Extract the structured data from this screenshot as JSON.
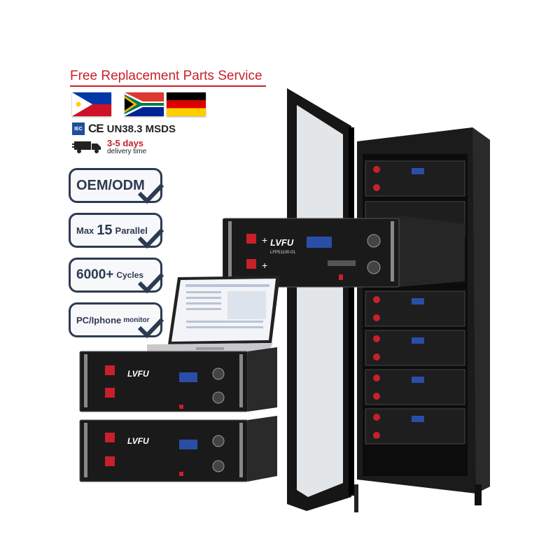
{
  "header": {
    "title": "Free Replacement Parts Service"
  },
  "flags": [
    {
      "country": "Philippines"
    },
    {
      "country": "South Africa"
    },
    {
      "country": "Germany"
    }
  ],
  "certifications": {
    "iec_logo": "IEC",
    "ce_mark": "CE",
    "text": "UN38.3 MSDS"
  },
  "delivery": {
    "icon": "truck-icon",
    "days": "3-5 days",
    "label": "delivery time"
  },
  "features": [
    {
      "text": "OEM/ODM"
    },
    {
      "prefix": "Max",
      "number": "15",
      "suffix": "Parallel"
    },
    {
      "prefix": "6000+",
      "suffix": "Cycles"
    },
    {
      "prefix": "PC/Iphone",
      "suffix": "monitor"
    }
  ],
  "product": {
    "brand": "LVFU",
    "model": "LFP51100-01"
  },
  "colors": {
    "accent_red": "#c8202a",
    "badge_navy": "#2d3a52",
    "battery_black": "#1a1a1a"
  }
}
